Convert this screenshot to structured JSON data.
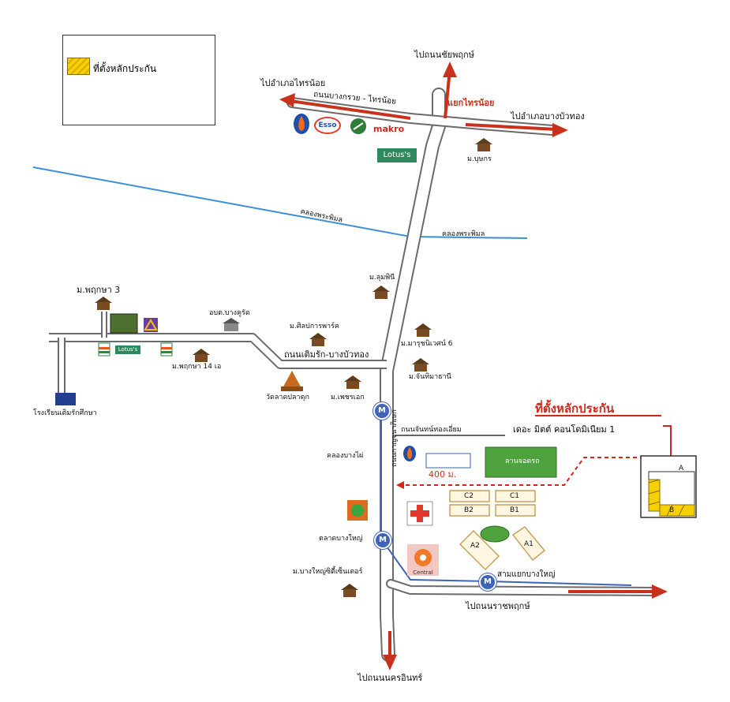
{
  "legend": {
    "swatch_label": "ที่ตั้งหลักประกัน"
  },
  "roads": {
    "to_chaiyaphruek": "ไปถนนชัยพฤกษ์",
    "to_sai_noi": "ไปอำเภอไทรน้อย",
    "bangkruai_sainoi": "ถนนบางกรวย - ไทรน้อย",
    "sai_noi_junction": "แยกไทรน้อย",
    "to_bang_bua_thong": "ไปอำเภอบางบัวทอง",
    "khlong_phraphimon_1": "คลองพระพิมล",
    "khlong_phraphimon_2": "คลองพระพิมล",
    "toem_rak_road": "ถนนเติมรัก-บางบัวทอง",
    "kanchanaphisek_road": "ถนนกาญจนาภิเษก",
    "chan_thong_iam_road": "ถนนจันทน์ทองเอี่ยม",
    "khlong_bang_phai": "คลองบางไผ่",
    "sam_yaek_bang_yai": "สามแยกบางใหญ่",
    "to_ratchaphruek": "ไปถนนราชพฤกษ์",
    "to_nakhon_in": "ไปถนนนครอินทร์",
    "distance": "400 ม."
  },
  "places": {
    "m_bu_sakorn": "ม.บุษกร",
    "m_phruksa_3": "ม.พฤกษา 3",
    "m_phruksa_14": "ม.พฤกษา 14 เอ",
    "school": "โรงเรียนเติมรักศึกษา",
    "tambon_office": "อบต.บางคูรัด",
    "m_sinlapakan_park": "ม.ศิลปการพาร์ค",
    "m_lumphini": "ม.ลุมพินี",
    "m_maruchit": "ม.มารุชนิเวศน์ 6",
    "m_chanthimaeon": "ม.จันทิมาธานี",
    "wat": "วัดลาดปลาดุก",
    "m_phetchaek": "ม.เพชรเอก",
    "talat_bang_yai": "ตลาดบางใหญ่",
    "m_bang_yai_city": "ม.บางใหญ่ซิตี้เซ็นเตอร์",
    "parking": "ลานจอดรถ"
  },
  "logos": {
    "esso": "Esso",
    "makro": "makro",
    "lotus": "Lotus's",
    "lotus_small": "Lotus's",
    "central": "Central"
  },
  "metro": {
    "symbol": "M"
  },
  "property": {
    "title": "ที่ตั้งหลักประกัน",
    "subtitle": "เดอะ มิตต์ คอนโดมิเนียม 1",
    "building_a": "A",
    "building_b": "B"
  },
  "buildings": {
    "c2": "C2",
    "c1": "C1",
    "b2": "B2",
    "b1": "B1",
    "a2": "A2",
    "a1": "A1"
  },
  "colors": {
    "road_fill": "#ffffff",
    "road_edge": "#6b6b6b",
    "arrow": "#c8321c",
    "canal": "#3a8fd6",
    "metro": "#3f63b8",
    "parking": "#4ea33f",
    "dashed_route": "#d1271a",
    "property": "#f6d000"
  }
}
